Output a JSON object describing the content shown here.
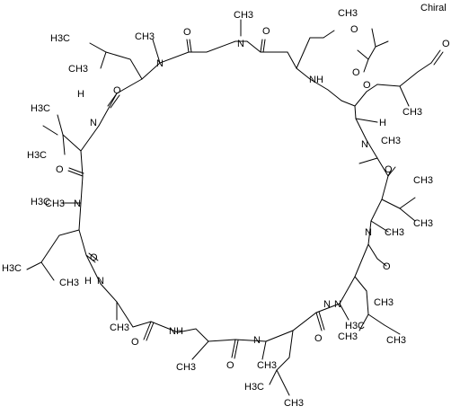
{
  "chirality_label": "Chiral",
  "atoms": {
    "o_1": "O",
    "ch3_top": "CH3",
    "h3c_leu1": "H3C",
    "ch3_nme1": "CH3",
    "n_1": "N",
    "n_2": "N",
    "o_2": "O",
    "o_ac": "O",
    "o_ald": "O",
    "ch3_leu1": "CH3",
    "h3c_val": "H3C",
    "nh_1": "N",
    "h_nh1": "H",
    "nh_2": "N",
    "h_nh2": "H",
    "o_3": "O",
    "o_4": "O",
    "h_stereo": "H",
    "ch3_side": "CH3",
    "n_3": "N",
    "ch3_nme3": "CH3",
    "o_5": "O",
    "h3c_val2": "H3C",
    "n_4": "N",
    "ch3_nme4": "CH3",
    "ch3_val2": "CH3",
    "o_6": "O",
    "h3c_nme5": "H3C",
    "n_5": "N",
    "ch3_val_r": "CH3",
    "n_6": "N",
    "ch3_nme6": "CH3",
    "ch3_valr2": "CH3",
    "h3c_leu_l": "H3C",
    "ch3_leu_l": "CH3",
    "o_7": "O",
    "n_7": "N",
    "h_nh7": "H",
    "o_8": "O",
    "ch3_leu_r1": "CH3",
    "n_8": "N",
    "ch3_nme8": "CH3",
    "h3c_leu_r": "H3C",
    "ch3_ala1": "CH3",
    "o_9": "O",
    "nh_9": "N",
    "h_nh9": "H",
    "o_10": "O",
    "ch3_ala2": "CH3",
    "o_11": "O",
    "n_11": "N",
    "ch3_nme11": "CH3",
    "h3c_leu_b": "H3C",
    "ch3_leu_b": "CH3",
    "o_12": "O"
  }
}
